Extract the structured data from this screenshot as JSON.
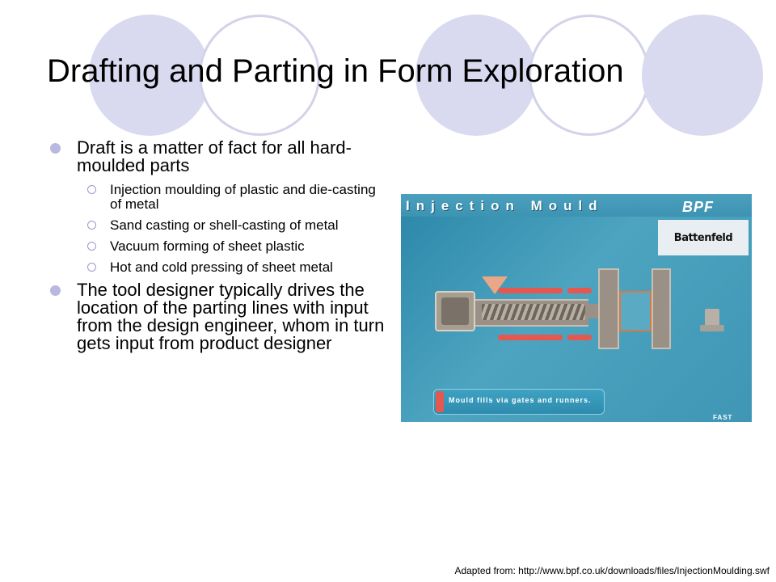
{
  "slide": {
    "title": "Drafting and Parting in Form Exploration",
    "bullets": [
      {
        "text": "Draft is a matter of fact for all hard-moulded parts",
        "subitems": [
          "Injection moulding of plastic and die-casting of metal",
          "Sand casting or shell-casting of metal",
          "Vacuum forming of sheet plastic",
          "Hot and cold pressing of sheet metal"
        ]
      },
      {
        "text": "The tool designer typically drives the location of the parting lines with input from the design engineer, whom in turn gets input from product designer",
        "subitems": []
      }
    ],
    "source": "Adapted from: http://www.bpf.co.uk/downloads/files/InjectionMoulding.swf"
  },
  "animation": {
    "title": "Injection Mould",
    "logo": "BPF",
    "sponsor": "Battenfeld",
    "caption": "Mould fills via gates and runners.",
    "footer": "FAST"
  },
  "colors": {
    "deco_filled": "#d9d9ef",
    "deco_ring": "#d2d2ea",
    "bullet": "#b8b8e0",
    "panel": "#3f96b5",
    "heater": "#e45850"
  }
}
